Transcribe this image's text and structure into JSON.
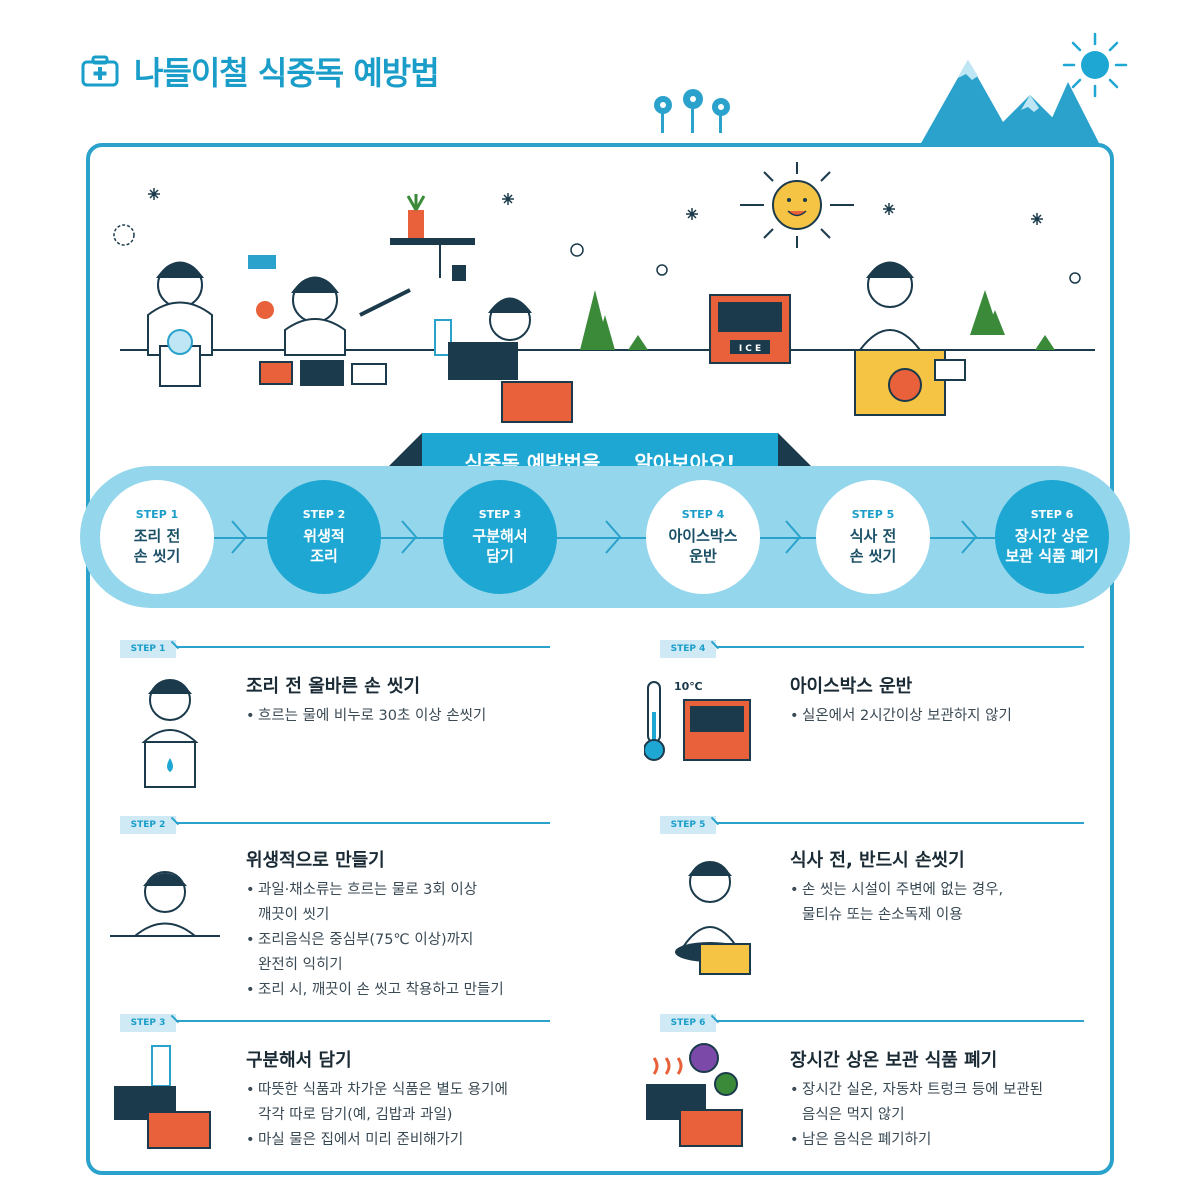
{
  "title": "나들이철 식중독 예방법",
  "banner": {
    "part1": "식중독 예방법을",
    "part2": "알아보아요!"
  },
  "icebox_label": "I C E",
  "steps": [
    {
      "step": "STEP 1",
      "name": "조리 전\n손 씻기"
    },
    {
      "step": "STEP 2",
      "name": "위생적\n조리"
    },
    {
      "step": "STEP 3",
      "name": "구분해서\n담기"
    },
    {
      "step": "STEP 4",
      "name": "아이스박스\n운반"
    },
    {
      "step": "STEP 5",
      "name": "식사 전\n손 씻기"
    },
    {
      "step": "STEP 6",
      "name": "장시간 상온\n보관 식품 폐기"
    }
  ],
  "details": [
    {
      "tag": "STEP 1",
      "title": "조리 전 올바른 손 씻기",
      "bullets": [
        "흐르는 물에 비누로 30초 이상 손씻기"
      ]
    },
    {
      "tag": "STEP 2",
      "title": "위생적으로 만들기",
      "bullets": [
        "과일·채소류는 흐르는 물로 3회 이상\n깨끗이 씻기",
        "조리음식은 중심부(75℃ 이상)까지\n완전히 익히기",
        "조리 시, 깨끗이 손 씻고 착용하고  만들기"
      ]
    },
    {
      "tag": "STEP 3",
      "title": "구분해서 담기",
      "bullets": [
        "따뜻한 식품과 차가운 식품은 별도 용기에\n각각 따로 담기(예, 김밥과 과일)",
        "마실 물은 집에서 미리 준비해가기"
      ]
    },
    {
      "tag": "STEP 4",
      "title": "아이스박스 운반",
      "thermo": "10℃",
      "bullets": [
        "실온에서 2시간이상 보관하지 않기"
      ]
    },
    {
      "tag": "STEP 5",
      "title": "식사 전, 반드시 손씻기",
      "bullets": [
        "손 씻는 시설이 주변에 없는 경우,\n물티슈 또는 손소독제 이용"
      ]
    },
    {
      "tag": "STEP 6",
      "title": "장시간 상온 보관 식품 폐기",
      "bullets": [
        "장시간 실온, 자동차 트렁크 등에 보관된\n음식은 먹지 않기",
        "남은 음식은 폐기하기"
      ]
    }
  ],
  "colors": {
    "primary": "#1fa7d3",
    "band": "#94d6ec",
    "dark": "#1b3a4b",
    "accent_orange": "#e8613a",
    "accent_yellow": "#f6c445"
  }
}
